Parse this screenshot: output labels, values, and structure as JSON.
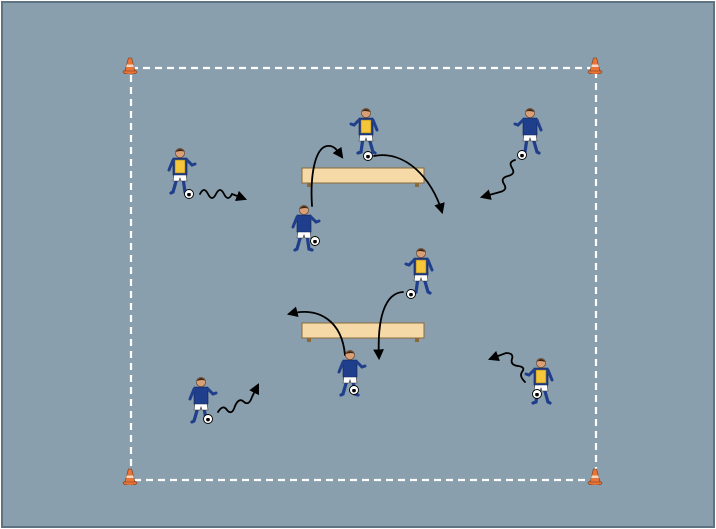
{
  "colors": {
    "field": "#8a9fad",
    "field_border": "#5f7380",
    "boundary_line": "#ffffff",
    "cone_orange": "#e8743a",
    "cone_light": "#f4d7c2",
    "bench_fill": "#f5d9a6",
    "bench_stroke": "#8a6a3a",
    "arrow": "#000000",
    "team_blue_shirt": "#1f3e8c",
    "team_white_shorts": "#ffffff",
    "bib_yellow": "#f5c63a",
    "skin": "#d9a078",
    "ball": "#ffffff"
  },
  "diagram": {
    "area": {
      "boundary_style": "dashed",
      "cone_icon": "training-cone-icon"
    },
    "benches": [
      {
        "name": "top-bench",
        "icon": "bench-icon"
      },
      {
        "name": "bottom-bench",
        "icon": "bench-icon"
      }
    ],
    "players": [
      {
        "name": "player-left-top",
        "team": "yellow-bib",
        "has_ball": true
      },
      {
        "name": "player-center-top",
        "team": "yellow-bib",
        "has_ball": true
      },
      {
        "name": "player-right-top",
        "team": "blue",
        "has_ball": true
      },
      {
        "name": "player-mid-left",
        "team": "blue",
        "has_ball": true
      },
      {
        "name": "player-mid-right",
        "team": "yellow-bib",
        "has_ball": true
      },
      {
        "name": "player-bottom-center",
        "team": "blue",
        "has_ball": true
      },
      {
        "name": "player-bottom-left",
        "team": "blue",
        "has_ball": true
      },
      {
        "name": "player-bottom-right",
        "team": "yellow-bib",
        "has_ball": true
      }
    ],
    "arrows": [
      {
        "name": "dribble-arrow-left-top",
        "type": "dribble"
      },
      {
        "name": "dribble-arrow-right-top",
        "type": "dribble"
      },
      {
        "name": "pass-arrow-over-top-bench",
        "type": "ball-path"
      },
      {
        "name": "pass-arrow-top-right",
        "type": "ball-path"
      },
      {
        "name": "pass-arrow-mid-down",
        "type": "ball-path"
      },
      {
        "name": "pass-arrow-over-bottom-bench",
        "type": "ball-path"
      },
      {
        "name": "dribble-arrow-bottom-left",
        "type": "dribble"
      },
      {
        "name": "dribble-arrow-bottom-right",
        "type": "dribble"
      }
    ]
  }
}
